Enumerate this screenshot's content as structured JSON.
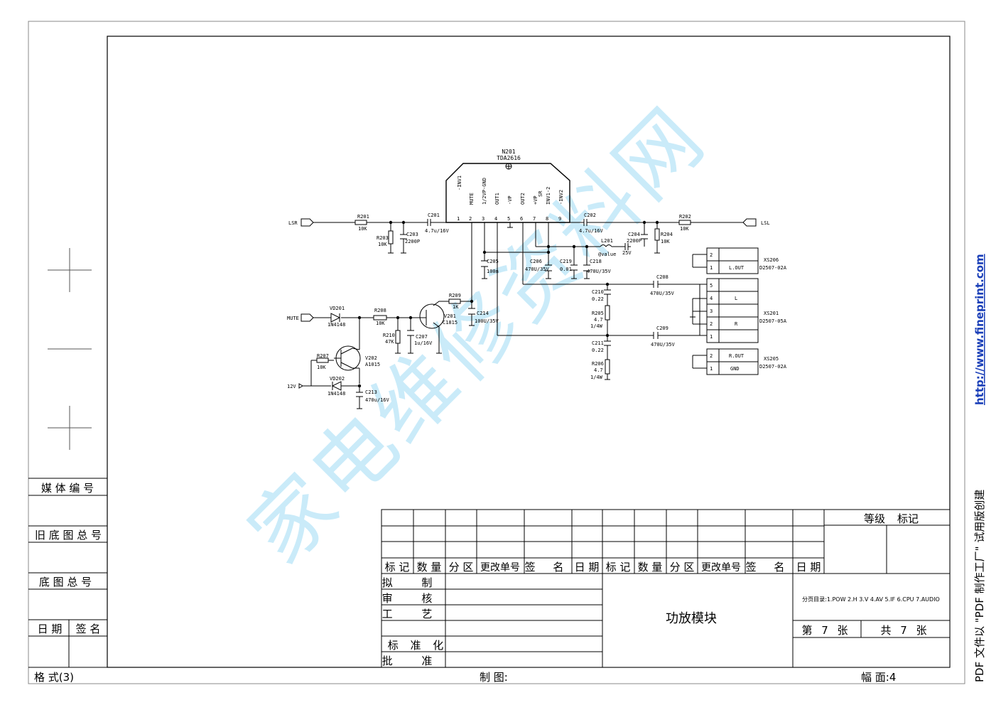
{
  "watermark": "家电维修资料网",
  "sidebar": {
    "credit": "PDF 文件以 \"PDF 制作工厂\" 试用版创建",
    "url": "http://www.fineprint.com"
  },
  "left_block": {
    "media_no": "媒 体 编 号",
    "old_base_no": "旧 底 图 总 号",
    "base_no": "底 图 总 号",
    "date": "日 期",
    "sign": "签 名",
    "format": "格 式(3)"
  },
  "bottom": {
    "drawn": "制 图:",
    "size": "幅 面:4"
  },
  "title_block": {
    "revision_headers": [
      "标 记",
      "数 量",
      "分 区",
      "更改单号",
      "签 名",
      "日 期",
      "标 记",
      "数 量",
      "分 区",
      "更改单号",
      "签 名",
      "日 期"
    ],
    "roles": [
      "拟 制",
      "审 核",
      "工 艺",
      "",
      "标 准 化",
      "批 准"
    ],
    "grade": "等级",
    "mark": "标记",
    "title": "功放模块",
    "index": "分页目录:1.POW 2.H 3.V 4.AV 5.IF 6.CPU 7.AUDIO",
    "sheet_no": "第 7 张",
    "sheet_total": "共 7 张"
  },
  "schematic": {
    "ic_ref": "N201",
    "ic_part": "TDA2616",
    "ic_pins": [
      {
        "num": "1",
        "name": "-INV1"
      },
      {
        "num": "2",
        "name": "MUTE"
      },
      {
        "num": "3",
        "name": "1/2VP-GND"
      },
      {
        "num": "4",
        "name": "OUT1"
      },
      {
        "num": "5",
        "name": "-VP"
      },
      {
        "num": "6",
        "name": "OUT2"
      },
      {
        "num": "7",
        "name": "+VP"
      },
      {
        "num": "8",
        "name": "INV1-2"
      },
      {
        "num": "9",
        "name": "-INV2"
      }
    ],
    "ic_sr": "SR",
    "ports": {
      "lsr": "LSR",
      "lsl": "LSL",
      "mute": "MUTE",
      "v12": "12V"
    },
    "parts": {
      "r201": "R201",
      "r201v": "10K",
      "r203": "R203",
      "r203v": "10K",
      "c203": "C203",
      "c203v": "2200P",
      "c201": "C201",
      "c201v": "4.7u/16V",
      "c202": "C202",
      "c202v": "4.7u/16V",
      "c204": "C204",
      "c204v": "2200P",
      "r204": "R204",
      "r204v": "10K",
      "r202": "R202",
      "r202v": "10K",
      "l201": "L201",
      "l201v": "@value",
      "v25": "25V",
      "c205": "C205",
      "c205v": "100n",
      "c206": "C206",
      "c206v": "470U/35V",
      "c219": "C219",
      "c219v": "0.01",
      "c218": "C218",
      "c218v": "470U/35V",
      "c208": "C208",
      "c208v": "470U/35V",
      "c209": "C209",
      "c209v": "470U/35V",
      "c210": "C210",
      "c210v": "0.22",
      "r205": "R205",
      "r205v": "4.7",
      "r205w": "1/4W",
      "c211": "C211",
      "c211v": "0.22",
      "r206": "R206",
      "r206v": "4.7",
      "r206w": "1/4W",
      "vd201": "VD201",
      "vd201v": "1N4148",
      "r208": "R208",
      "r208v": "10K",
      "r210": "R210",
      "r210v": "47K",
      "c207": "C207",
      "c207v": "1u/16V",
      "v201": "V201",
      "v201v": "C1815",
      "r209": "R209",
      "r209v": "1K",
      "c214": "C214",
      "c214v": "100U/35V",
      "v202": "V202",
      "v202v": "A1015",
      "r207": "R207",
      "r207v": "10K",
      "vd202": "VD202",
      "vd202v": "1N4148",
      "c213": "C213",
      "c213v": "470u/16V"
    },
    "connectors": {
      "xs206": "XS206",
      "xs206p": "D2507-02A",
      "xs206_pins": [
        "2",
        "1"
      ],
      "xs206_1": "L.OUT",
      "xs201": "XS201",
      "xs201p": "D2507-05A",
      "xs201_pins": [
        "5",
        "4",
        "3",
        "2",
        "1"
      ],
      "xs201_4": "L",
      "xs201_2": "R",
      "xs205": "XS205",
      "xs205p": "D2507-02A",
      "xs205_pins": [
        "2",
        "1"
      ],
      "xs205_2": "R.OUT",
      "xs205_1": "GND"
    }
  }
}
